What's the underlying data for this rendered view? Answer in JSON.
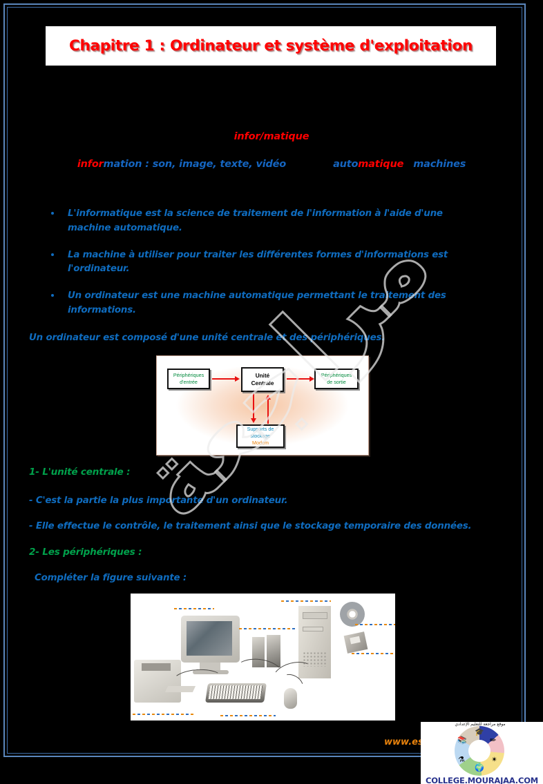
{
  "document": {
    "title": "Chapitre 1 : Ordinateur et système d'exploitation",
    "background_color": "#000000",
    "border_color": "#5b87bd",
    "title_color": "#ff0000"
  },
  "etymology": {
    "word_part1": "infor",
    "word_sep": "/",
    "word_part2": "matique",
    "def_part1": "infor",
    "def_part1_rest": "mation : son, image, texte, vidéo",
    "def_part2_auto": "auto",
    "def_part2_matique": "matique",
    "def_part2_machines": "machines"
  },
  "bullets": [
    "L'informatique est la science de traitement de l'information à l'aide d'une machine automatique.",
    "La machine à utiliser pour traiter les différentes formes d'informations est l'ordinateur.",
    "Un ordinateur est une machine automatique permettant le traitement des informations."
  ],
  "paragraphs": {
    "composition": "Un ordinateur est composé d'une unité centrale et des périphériques.",
    "heading_uc": "1- L'unité centrale :",
    "uc_line1": "- C'est la partie la plus importante d'un ordinateur.",
    "uc_line2": "- Elle effectue le contrôle, le traitement ainsi que le stockage temporaire des données.",
    "heading_periph": "2- Les périphériques :",
    "complete_figure": "Compléter la figure suivante :"
  },
  "schema": {
    "box_input": {
      "line1": "Périphériques",
      "line2": "d'entrée",
      "color": "#008a3c"
    },
    "box_cpu": {
      "line1": "Unité",
      "line2": "Centrale",
      "color": "#000000"
    },
    "box_output": {
      "line1": "Périphériques",
      "line2": "de sortie",
      "color": "#008a3c"
    },
    "box_storage": {
      "line1": "Supports de",
      "line2": "stockage",
      "line3": "Modem",
      "color_main": "#0a85b5",
      "color_modem": "#e8820c"
    },
    "arrow_color": "#e81010"
  },
  "figure": {
    "caption": "",
    "alt": "photo d'un ordinateur avec imprimante, écran, haut-parleurs, unité centrale, CD, disquette, clavier et souris, avec lignes pointillées vides à compléter"
  },
  "footer": {
    "url": "www.espac",
    "url_color": "#e8820c",
    "logo_caption": "COLLEGE.MOURAJAA.COM",
    "logo_caption_color": "#28328c",
    "logo_arc_text": "موقع مراجعة للتعليم الإعدادي"
  },
  "watermark": {
    "text": "مراجعة",
    "style": "outline-diagonal"
  },
  "colors": {
    "blue_text": "#0f6cbf",
    "green_heading": "#00a14b",
    "red": "#ff0000",
    "orange": "#e8820c"
  }
}
